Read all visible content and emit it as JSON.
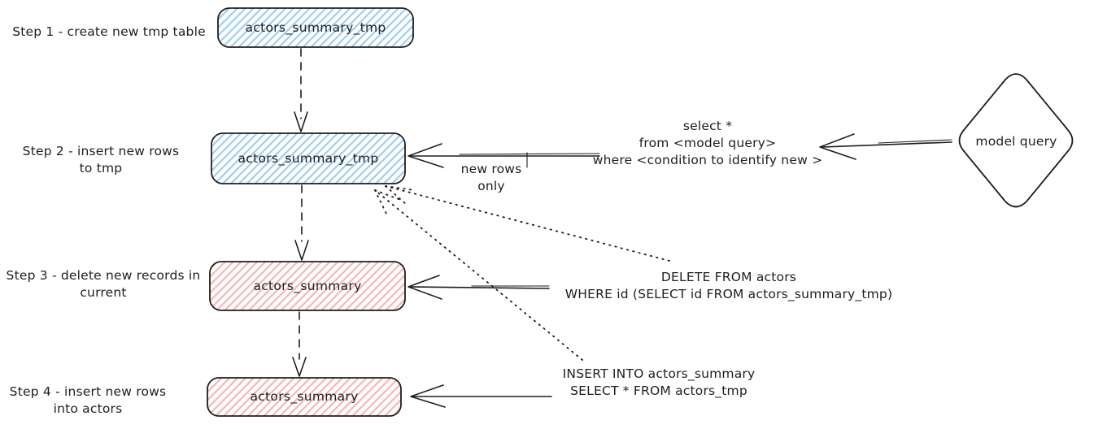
{
  "diagram": {
    "steps": [
      {
        "label": "Step 1 - create new tmp table",
        "box_label": "actors_summary_tmp",
        "box_style": "blue-hatch"
      },
      {
        "label": "Step 2 - insert new rows\nto tmp",
        "box_label": "actors_summary_tmp",
        "box_style": "blue-hatch"
      },
      {
        "label": "Step 3 - delete new records in\ncurrent",
        "box_label": "actors_summary",
        "box_style": "red-hatch"
      },
      {
        "label": "Step 4 - insert new rows\ninto actors",
        "box_label": "actors_summary",
        "box_style": "red-hatch"
      }
    ],
    "nodes": {
      "model_query": "model query"
    },
    "annotations": {
      "source_query": "select *\nfrom <model query>\nwhere <condition to identify new >",
      "edge_label_new_rows": "new rows only",
      "delete_sql": "DELETE FROM actors\nWHERE id (SELECT id FROM actors_summary_tmp)",
      "insert_sql": "INSERT INTO actors_summary\nSELECT * FROM actors_tmp"
    },
    "colors": {
      "stroke": "#1e1e1e",
      "tmp_table_hatch": "#9fcdf2",
      "current_table_hatch": "#f6b6b6",
      "canvas_background": "#ffffff"
    }
  }
}
